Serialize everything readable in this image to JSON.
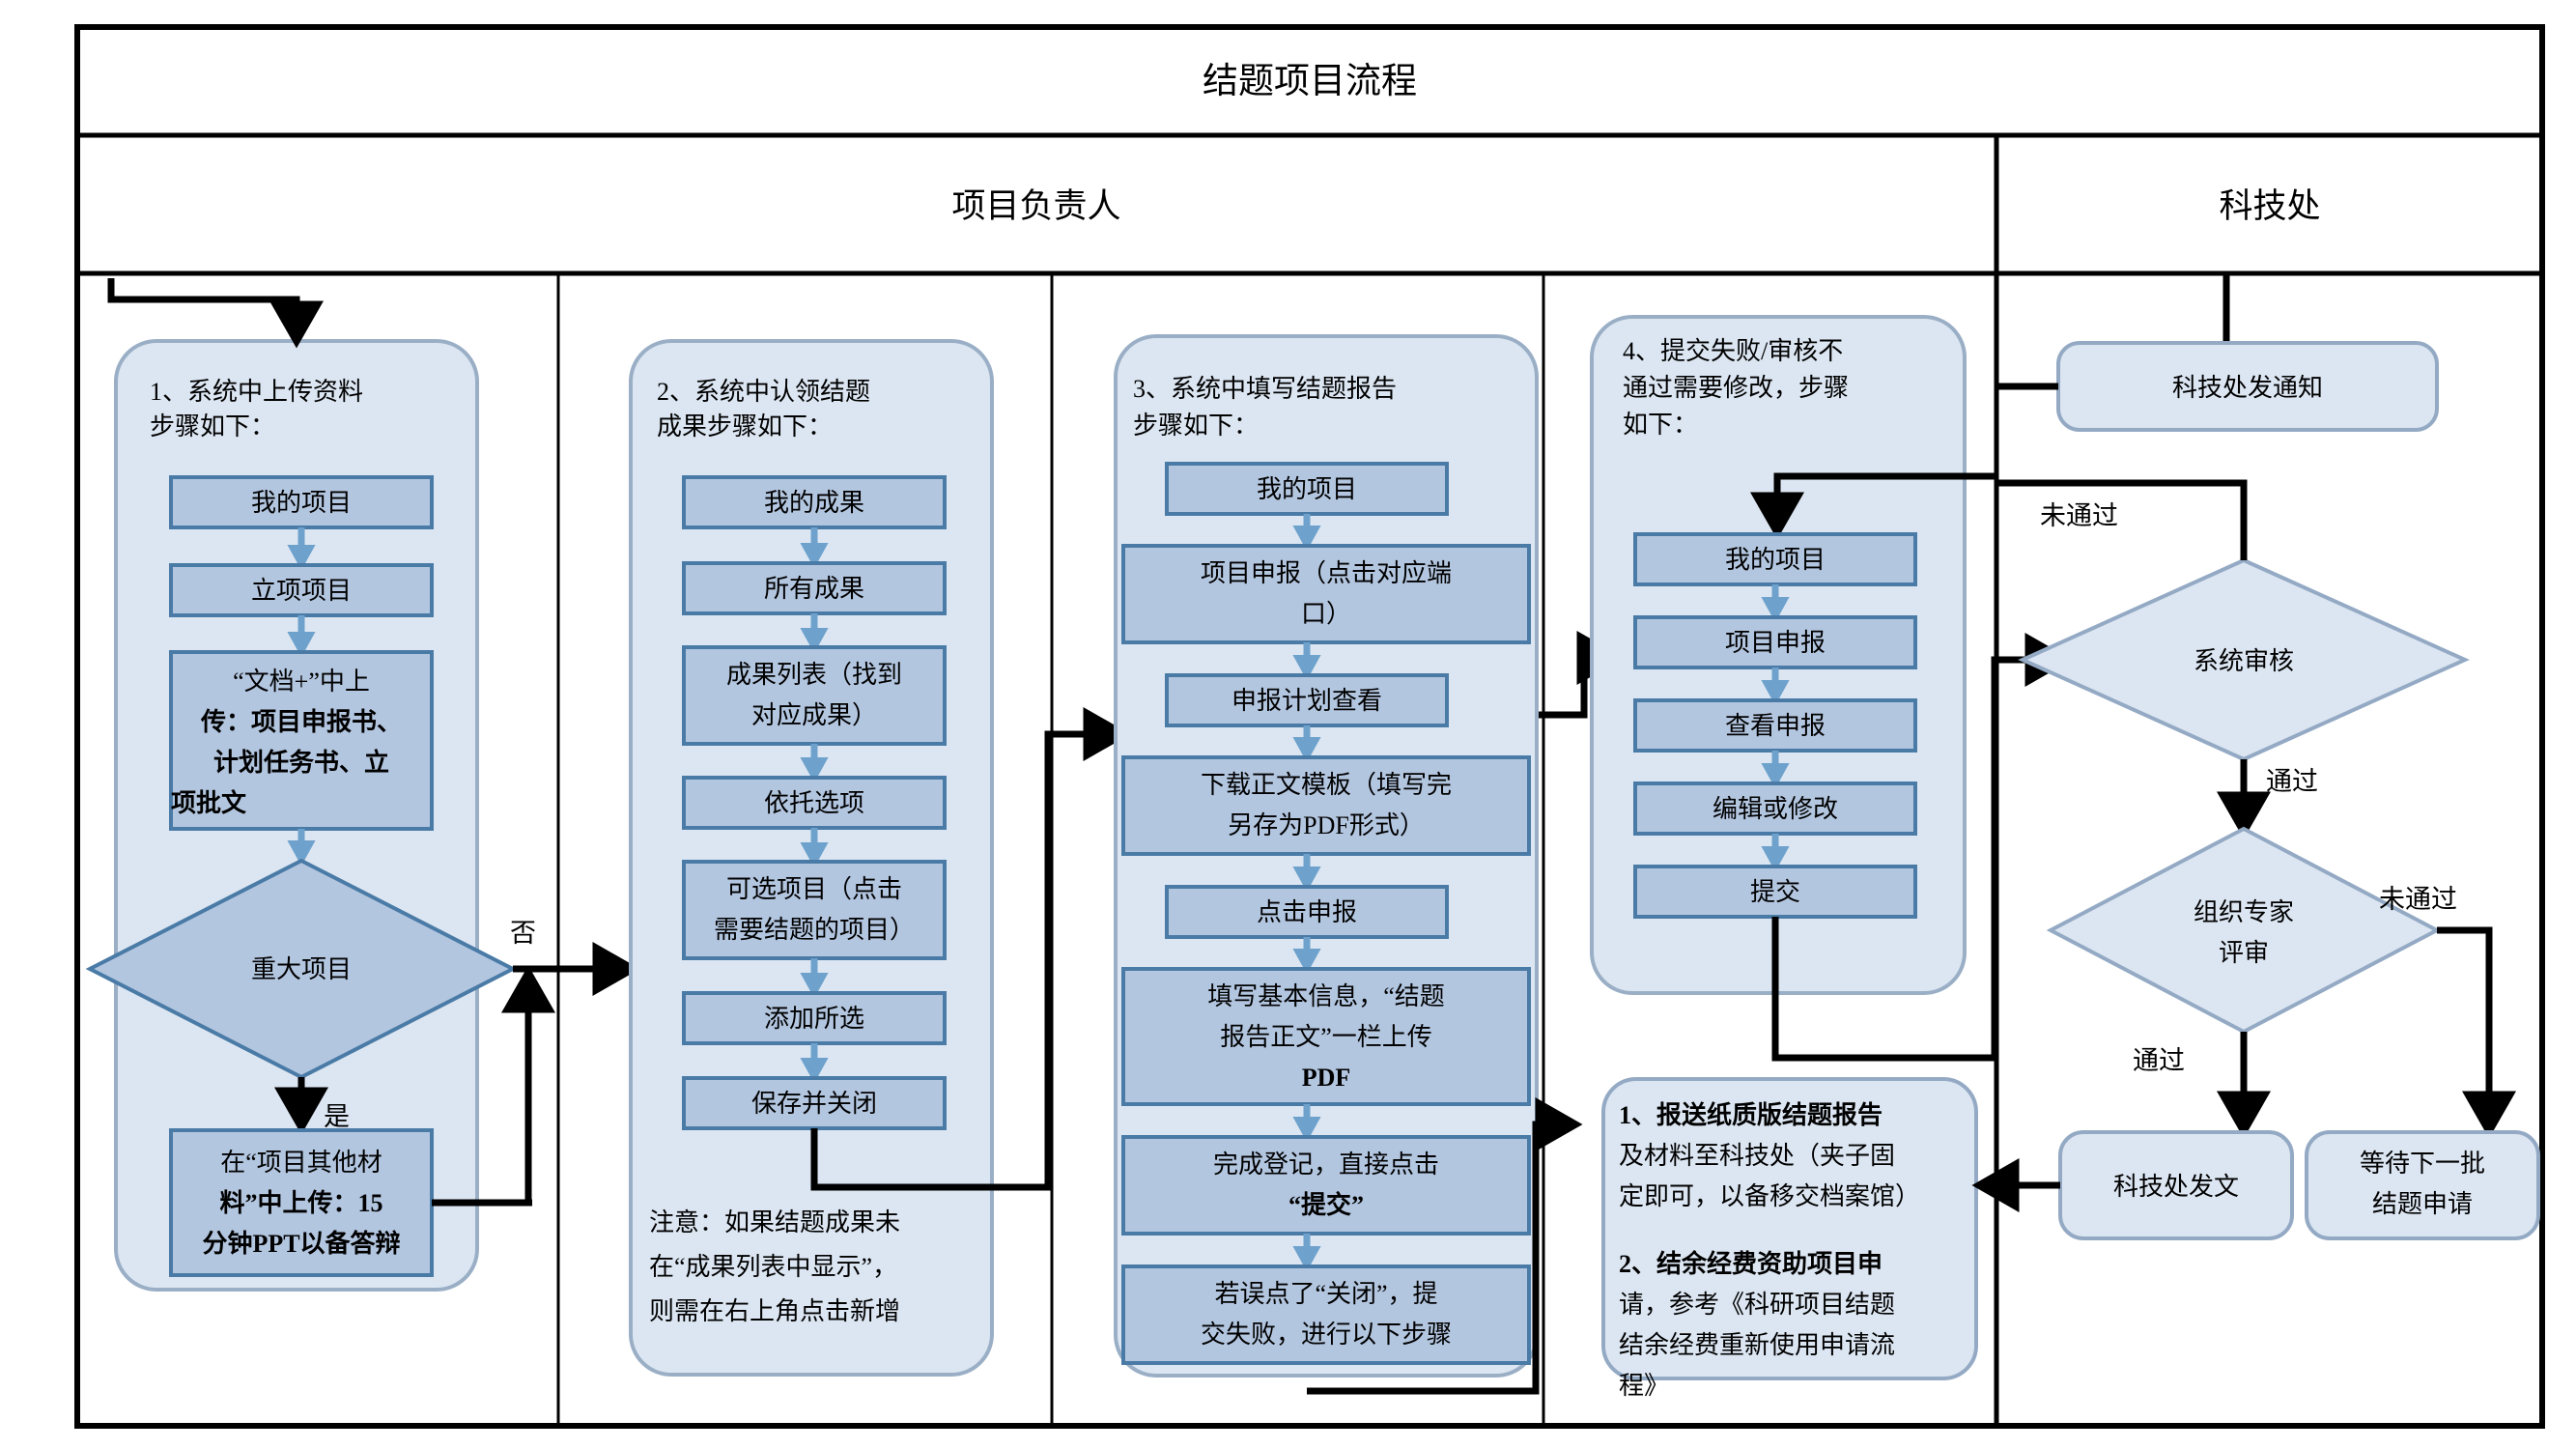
{
  "title": "结题项目流程",
  "lanes": [
    {
      "id": "owner",
      "label": "项目负责人"
    },
    {
      "id": "office",
      "label": "科技处"
    }
  ],
  "columns": [
    {
      "id": "col1",
      "heading": [
        "1、系统中上传资料",
        "步骤如下："
      ],
      "steps": [
        {
          "id": "c1s1",
          "label": "我的项目"
        },
        {
          "id": "c1s2",
          "label": "立项项目"
        },
        {
          "id": "c1s3",
          "label": "“文档+”中上",
          "bold_lines": [
            "传：项目申报书、",
            "计划任务书、立",
            "项批文"
          ]
        },
        {
          "id": "c1d1",
          "label": "重大项目",
          "shape": "diamond"
        },
        {
          "id": "c1s4",
          "label": "在“项目其他材",
          "bold_lines": [
            "料”中上传：15",
            "分钟PPT以备答辩"
          ]
        }
      ],
      "edge_labels": [
        {
          "id": "c1-no",
          "label": "否"
        },
        {
          "id": "c1-yes",
          "label": "是"
        }
      ]
    },
    {
      "id": "col2",
      "heading": [
        "2、系统中认领结题",
        "成果步骤如下："
      ],
      "steps": [
        {
          "id": "c2s1",
          "label": "我的成果"
        },
        {
          "id": "c2s2",
          "label": "所有成果"
        },
        {
          "id": "c2s3",
          "label": "成果列表（找到",
          "line2": "对应成果）"
        },
        {
          "id": "c2s4",
          "label": "依托选项"
        },
        {
          "id": "c2s5",
          "label": "可选项目（点击",
          "line2": "需要结题的项目）"
        },
        {
          "id": "c2s6",
          "label": "添加所选"
        },
        {
          "id": "c2s7",
          "label": "保存并关闭"
        }
      ],
      "note": [
        "注意：如果结题成果未",
        "在“成果列表中显示”，",
        "则需在右上角点击新增"
      ]
    },
    {
      "id": "col3",
      "heading": [
        "3、系统中填写结题报告",
        "步骤如下："
      ],
      "steps": [
        {
          "id": "c3s1",
          "label": "我的项目"
        },
        {
          "id": "c3s2",
          "label": "项目申报（点击对应端",
          "line2": "口）"
        },
        {
          "id": "c3s3",
          "label": "申报计划查看"
        },
        {
          "id": "c3s4",
          "label": "下载正文模板（填写完",
          "line2": "另存为PDF形式）"
        },
        {
          "id": "c3s5",
          "label": "点击申报"
        },
        {
          "id": "c3s6",
          "label": "填写基本信息，“结题",
          "line2": "报告正文”一栏上传",
          "line3": "PDF"
        },
        {
          "id": "c3s7",
          "label": "完成登记，直接点击",
          "line2": "“提交”"
        },
        {
          "id": "c3s8",
          "label": "若误点了“关闭”，提",
          "line2": "交失败，进行以下步骤"
        }
      ]
    },
    {
      "id": "col4",
      "heading": [
        "4、提交失败/审核不",
        "通过需要修改，步骤",
        "如下："
      ],
      "steps": [
        {
          "id": "c4s1",
          "label": "我的项目"
        },
        {
          "id": "c4s2",
          "label": "项目申报"
        },
        {
          "id": "c4s3",
          "label": "查看申报"
        },
        {
          "id": "c4s4",
          "label": "编辑或修改"
        },
        {
          "id": "c4s5",
          "label": "提交"
        }
      ],
      "note": [
        "1、报送纸质版结题报告",
        "及材料至科技处（夹子固",
        "定即可，以备移交档案馆）",
        "",
        "2、结余经费资助项目申",
        "请，参考《科研项目结题",
        "结余经费重新使用申请流",
        "程》"
      ]
    },
    {
      "id": "col5",
      "steps": [
        {
          "id": "c5s1",
          "label": "科技处发通知",
          "shape": "rounded"
        },
        {
          "id": "c5d1",
          "label": "系统审核",
          "shape": "diamond"
        },
        {
          "id": "c5d2",
          "label": "组织专家",
          "line2": "评审",
          "shape": "diamond"
        },
        {
          "id": "c5s2",
          "label": "科技处发文",
          "shape": "rounded"
        },
        {
          "id": "c5s3",
          "label": "等待下一批",
          "line2": "结题申请",
          "shape": "rounded"
        }
      ],
      "edge_labels": [
        {
          "id": "e-fail-1",
          "label": "未通过"
        },
        {
          "id": "e-pass-1",
          "label": "通过"
        },
        {
          "id": "e-fail-2",
          "label": "未通过"
        },
        {
          "id": "e-pass-2",
          "label": "通过"
        }
      ]
    }
  ],
  "colors": {
    "group_fill": "#dce6f2",
    "group_stroke": "#9aafc6",
    "process_fill": "#b3c6e0",
    "process_stroke": "#4a7ba6",
    "arrow_blue": "#6ea2cc",
    "line_black": "#000000"
  }
}
